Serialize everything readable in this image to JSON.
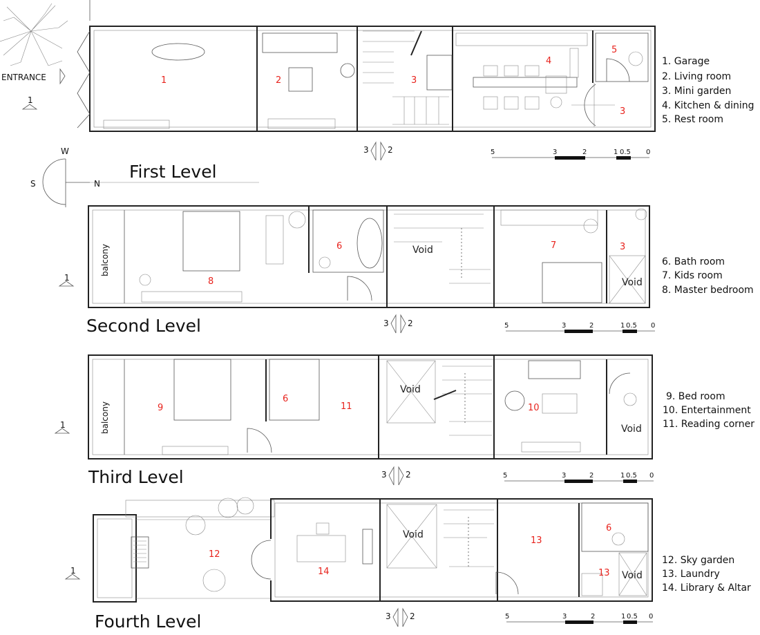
{
  "entrance_label": "ENTRANCE",
  "section_marker": "1",
  "compass": {
    "w": "W",
    "s": "S",
    "n": "N"
  },
  "section_arrows": {
    "left": "3",
    "right": "2"
  },
  "scale_ticks": [
    "5",
    "3",
    "2",
    "1",
    "0.5",
    "0"
  ],
  "void_label": "Void",
  "balcony_label": "balcony",
  "levels": [
    {
      "title": "First Level",
      "rooms": [
        "1",
        "2",
        "3",
        "4",
        "5",
        "3"
      ],
      "legend": [
        "1. Garage",
        "2. Living room",
        "3. Mini garden",
        "4. Kitchen & dining",
        "5. Rest room"
      ]
    },
    {
      "title": "Second Level",
      "rooms": [
        "6",
        "7",
        "8",
        "3"
      ],
      "legend": [
        "6. Bath room",
        "7. Kids room",
        "8. Master bedroom"
      ]
    },
    {
      "title": "Third Level",
      "rooms": [
        "9",
        "6",
        "11",
        "10"
      ],
      "legend": [
        "9. Bed room",
        "10. Entertainment",
        "11. Reading corner"
      ]
    },
    {
      "title": "Fourth Level",
      "rooms": [
        "12",
        "14",
        "13",
        "6",
        "13"
      ],
      "legend": [
        "12. Sky garden",
        "13. Laundry",
        "14. Library & Altar"
      ]
    }
  ]
}
